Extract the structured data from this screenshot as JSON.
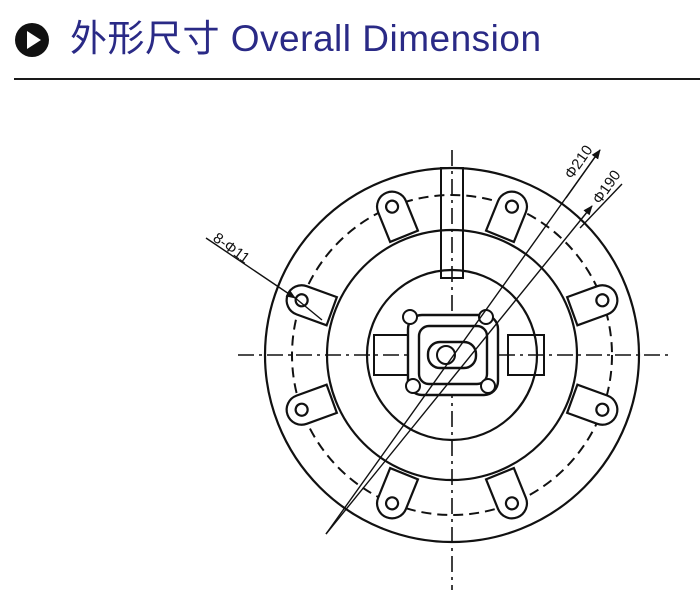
{
  "header": {
    "title": "外形尺寸 Overall Dimension",
    "icon": "play-circle-icon",
    "accent_color": "#2a2a86"
  },
  "drawing": {
    "labels": {
      "holes": "8-Φ11",
      "outer_diameter": "Φ210",
      "bolt_circle": "Φ190"
    }
  }
}
